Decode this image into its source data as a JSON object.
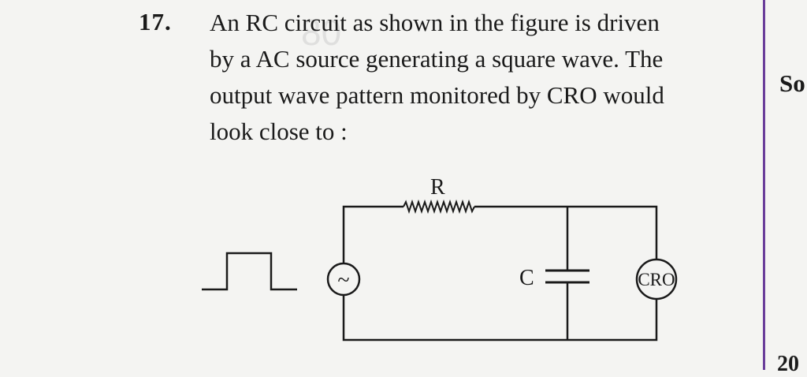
{
  "question": {
    "number": "17.",
    "lines": [
      "An RC circuit as shown in the figure is driven",
      "by a AC source generating a square wave. The",
      "output wave pattern monitored by CRO would",
      "look close to :"
    ]
  },
  "watermark": "80",
  "side_column": {
    "top_text": "So",
    "bottom_text": "20"
  },
  "circuit": {
    "resistor_label": "R",
    "capacitor_label": "C",
    "source_symbol": "~",
    "cro_label": "CRO",
    "input_waveform": "square-pulse",
    "icons": [
      "ac-source-icon",
      "resistor-icon",
      "capacitor-icon",
      "cro-meter-icon"
    ]
  },
  "colors": {
    "background": "#f4f4f2",
    "ink": "#1a1a1a",
    "divider": "#6a3d9a"
  }
}
